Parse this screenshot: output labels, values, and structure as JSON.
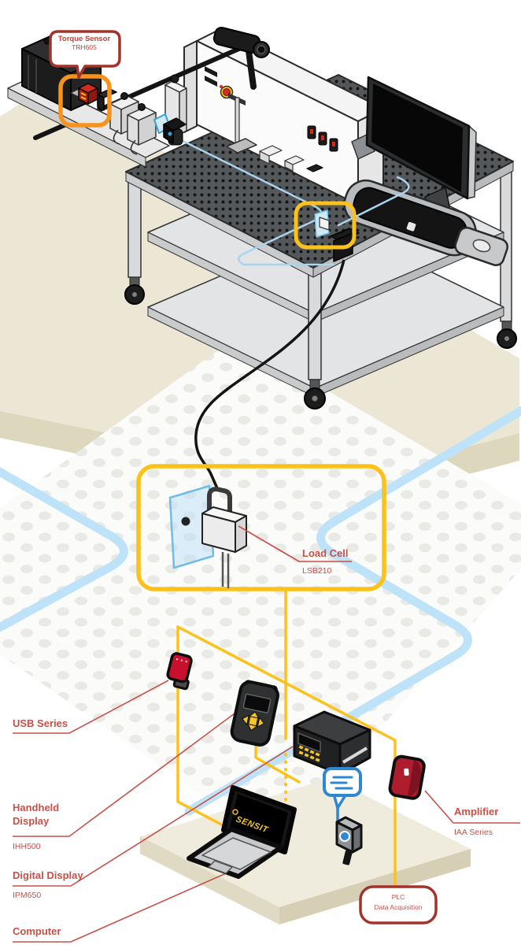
{
  "labels": {
    "torque_sensor": {
      "title": "Torque Sensor",
      "model": "TRH605"
    },
    "load_cell": {
      "title": "Load Cell",
      "model": "LSB210"
    },
    "usb": {
      "title": "USB Series"
    },
    "handheld": {
      "title": "Handheld Display",
      "model": "IHH500"
    },
    "digital_display": {
      "title": "Digital Display",
      "model": "IPM650"
    },
    "computer": {
      "title": "Computer"
    },
    "amplifier": {
      "title": "Amplifier",
      "model": "IAA Series"
    },
    "plc": {
      "line1": "PLC",
      "line2": "Data Acquisition"
    }
  },
  "laptop": {
    "logo": "SENSIT"
  },
  "colors": {
    "highlight_yellow": "#FCC21B",
    "highlight_orange": "#F6921E",
    "callout_red": "#A2332A",
    "label_red": "#C75048",
    "device_red": "#C8102E",
    "link_blue": "#2D87D3",
    "route_blue": "#BEE3F8"
  }
}
